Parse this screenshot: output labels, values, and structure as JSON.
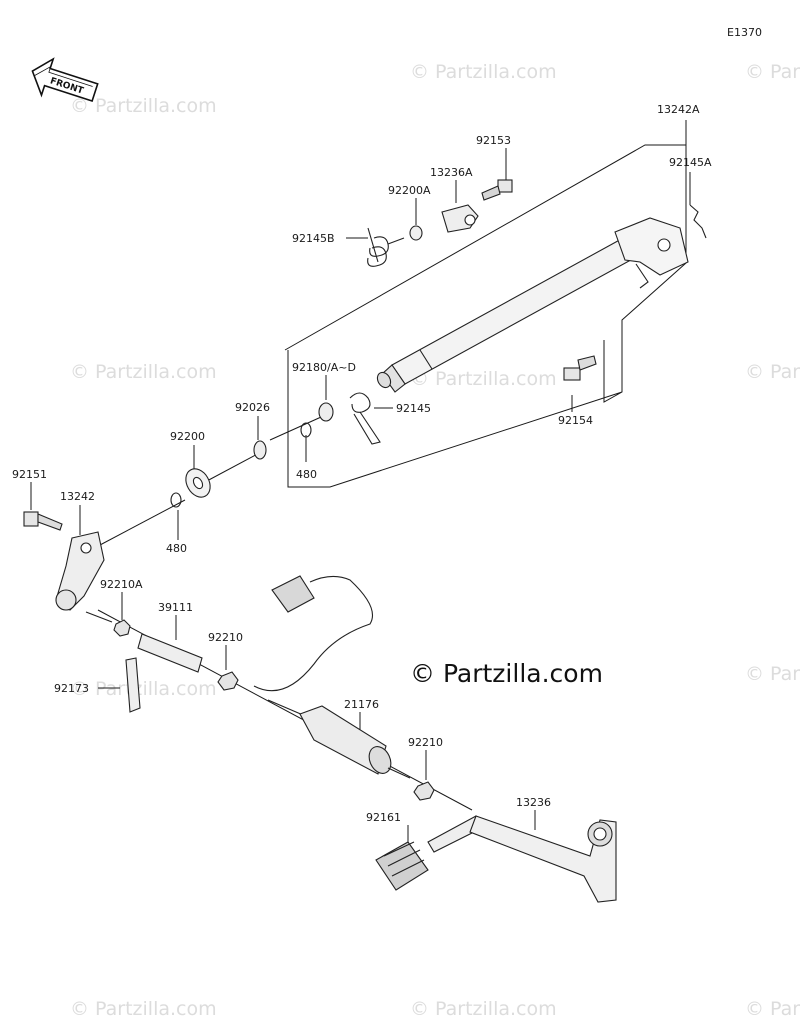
{
  "diagram": {
    "code": "E1370",
    "front_label": "FRONT",
    "watermark_main": "© Partzilla.com",
    "watermark_tile": "© Partzilla.com",
    "callouts": [
      {
        "id": "92145B",
        "text": "92145B"
      },
      {
        "id": "92200A",
        "text": "92200A"
      },
      {
        "id": "13236A",
        "text": "13236A"
      },
      {
        "id": "92153",
        "text": "92153"
      },
      {
        "id": "13242A",
        "text": "13242A"
      },
      {
        "id": "92145A",
        "text": "92145A"
      },
      {
        "id": "92180",
        "text": "92180/A~D"
      },
      {
        "id": "92145",
        "text": "92145"
      },
      {
        "id": "92154",
        "text": "92154"
      },
      {
        "id": "92026",
        "text": "92026"
      },
      {
        "id": "480a",
        "text": "480"
      },
      {
        "id": "92200",
        "text": "92200"
      },
      {
        "id": "480b",
        "text": "480"
      },
      {
        "id": "92151",
        "text": "92151"
      },
      {
        "id": "13242",
        "text": "13242"
      },
      {
        "id": "92210A",
        "text": "92210A"
      },
      {
        "id": "39111",
        "text": "39111"
      },
      {
        "id": "92210a",
        "text": "92210"
      },
      {
        "id": "92173",
        "text": "92173"
      },
      {
        "id": "21176",
        "text": "21176"
      },
      {
        "id": "92210b",
        "text": "92210"
      },
      {
        "id": "13236",
        "text": "13236"
      },
      {
        "id": "92161",
        "text": "92161"
      }
    ]
  }
}
